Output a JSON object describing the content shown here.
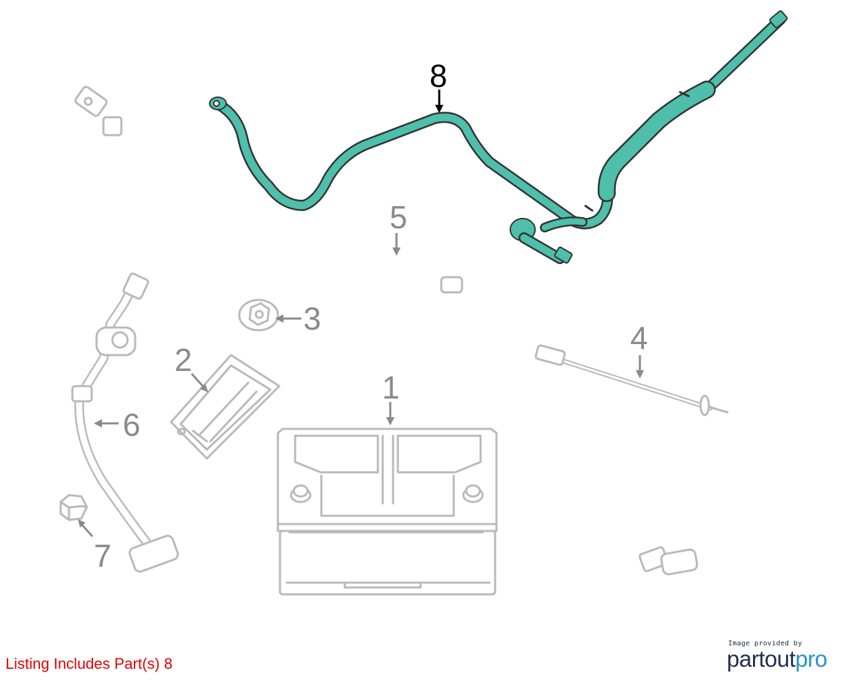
{
  "callouts": [
    {
      "id": "1",
      "label": "1",
      "highlighted": false
    },
    {
      "id": "2",
      "label": "2",
      "highlighted": false
    },
    {
      "id": "3",
      "label": "3",
      "highlighted": false
    },
    {
      "id": "4",
      "label": "4",
      "highlighted": false
    },
    {
      "id": "5",
      "label": "5",
      "highlighted": false
    },
    {
      "id": "6",
      "label": "6",
      "highlighted": false
    },
    {
      "id": "7",
      "label": "7",
      "highlighted": false
    },
    {
      "id": "8",
      "label": "8",
      "highlighted": true
    }
  ],
  "listing_note": "Listing Includes Part(s) 8",
  "credit": {
    "caption": "Image provided by",
    "logo_part1": "partout",
    "logo_part2": "pro"
  },
  "colors": {
    "highlight_part": "#4dbfab",
    "part_outline": "#b9b9b9",
    "callout_text": "#8a8a8a",
    "listing_note": "#e30000",
    "logo_dark": "#1f2f4e",
    "logo_accent": "#2a93c7"
  }
}
